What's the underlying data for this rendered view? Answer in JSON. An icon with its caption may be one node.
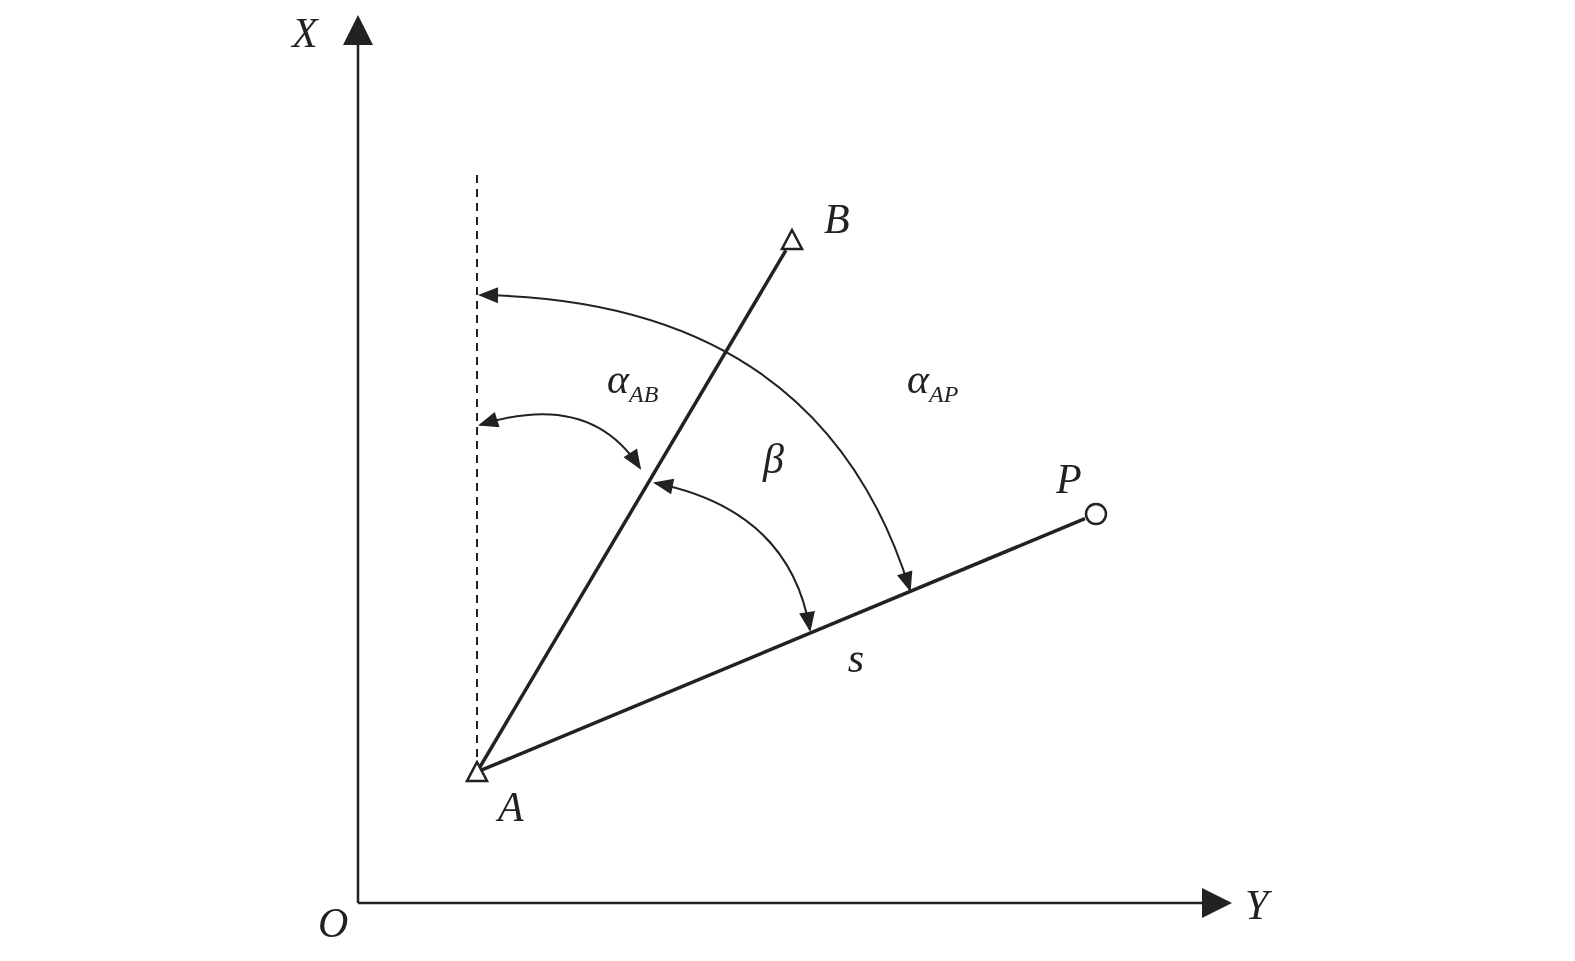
{
  "diagram": {
    "nodes": [
      {
        "text": [
          "A"
        ]
      },
      {
        "text": [
          "B"
        ]
      },
      {
        "text": [
          "P"
        ]
      }
    ],
    "edges": [
      {
        "from": 0,
        "to": 1,
        "arrow": "none"
      },
      {
        "from": 0,
        "to": 2,
        "arrow": "none",
        "label": "s"
      }
    ],
    "labels": [
      "X",
      "O",
      "Y",
      "α$_{AB}$",
      "β",
      "α$_{AP}$"
    ]
  }
}
